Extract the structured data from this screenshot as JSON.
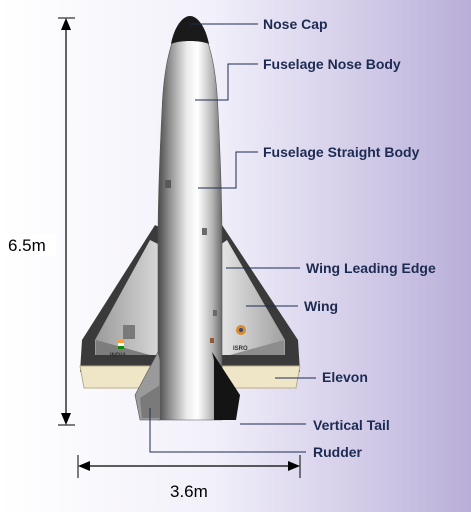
{
  "diagram": {
    "callouts": {
      "nose_cap": "Nose Cap",
      "fuselage_nose_body": "Fuselage Nose Body",
      "fuselage_straight_body": "Fuselage Straight Body",
      "wing_leading_edge": "Wing Leading Edge",
      "wing": "Wing",
      "elevon": "Elevon",
      "vertical_tail": "Vertical Tail",
      "rudder": "Rudder"
    },
    "dimensions": {
      "height": "6.5m",
      "width": "3.6m"
    },
    "wing_markings": {
      "left": "INDIA",
      "right": "ISRO"
    }
  }
}
